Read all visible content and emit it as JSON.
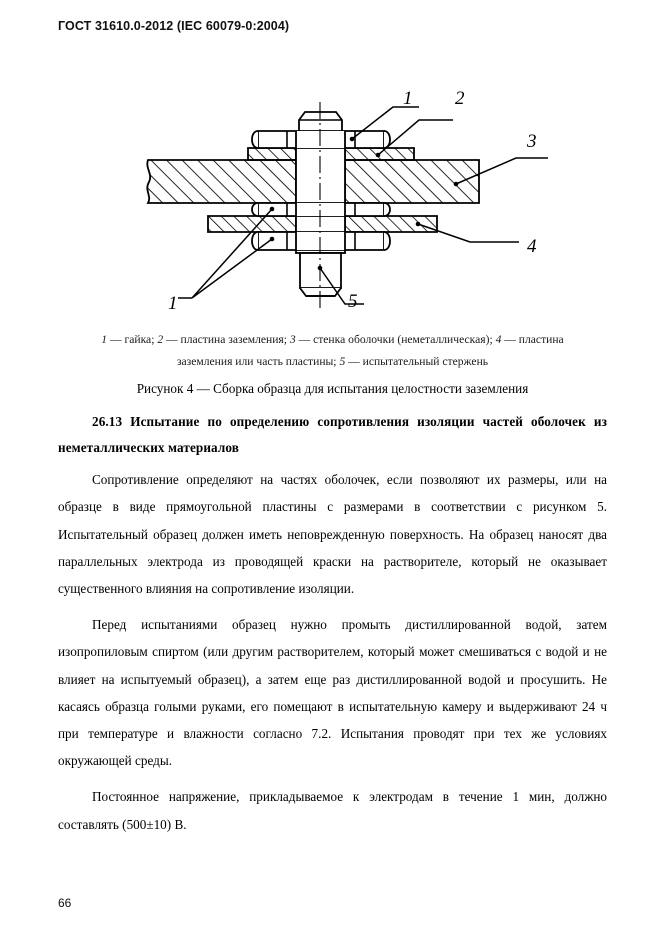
{
  "header": {
    "standard_title": "ГОСТ 31610.0-2012 (IEC 60079-0:2004)"
  },
  "figure": {
    "callouts": [
      {
        "id": "callout-1-top",
        "label": "1"
      },
      {
        "id": "callout-2",
        "label": "2"
      },
      {
        "id": "callout-3",
        "label": "3"
      },
      {
        "id": "callout-4",
        "label": "4"
      },
      {
        "id": "callout-1-bottom",
        "label": "1"
      },
      {
        "id": "callout-5",
        "label": "5"
      }
    ],
    "legend_line_1": "1 — гайка; 2 — пластина заземления; 3 — стенка оболочки (неметаллическая); 4 — пластина",
    "legend_line_2": "заземления или часть пластины; 5 — испытательный стержень",
    "legend_items": [
      {
        "num": "1",
        "text": "гайка"
      },
      {
        "num": "2",
        "text": "пластина заземления"
      },
      {
        "num": "3",
        "text": "стенка оболочки (неметаллическая)"
      },
      {
        "num": "4",
        "text": "пластина заземления или часть пластины"
      },
      {
        "num": "5",
        "text": "испытательный стержень"
      }
    ],
    "caption": "Рисунок 4 — Сборка образца для испытания целостности заземления"
  },
  "section": {
    "number": "26.13",
    "heading": "26.13  Испытание по определению сопротивления изоляции частей оболочек из неметаллических материалов"
  },
  "paragraphs": [
    "Сопротивление определяют на частях оболочек, если позволяют их размеры, или на образце в виде прямоугольной пластины с размерами в соответствии с рисунком 5. Испытательный образец должен иметь неповрежденную поверхность. На образец наносят два параллельных электрода из проводящей краски на растворителе, который не оказывает существенного влияния на сопротивление изоляции.",
    "Перед испытаниями образец нужно промыть дистиллированной водой, затем изопропиловым спиртом (или другим растворителем, который может смешиваться с водой и не влияет на испытуемый образец), а затем еще раз дистиллированной водой и просушить. Не касаясь образца голыми руками, его помещают в испытательную камеру и выдерживают 24 ч при температуре и влажности согласно 7.2. Испытания проводят при тех же условиях окружающей среды.",
    "Постоянное напряжение, прикладываемое к электродам в течение 1 мин, должно составлять (500±10) В."
  ],
  "footer": {
    "page_number": "66"
  },
  "colors": {
    "ink": "#000000",
    "paper": "#ffffff"
  }
}
